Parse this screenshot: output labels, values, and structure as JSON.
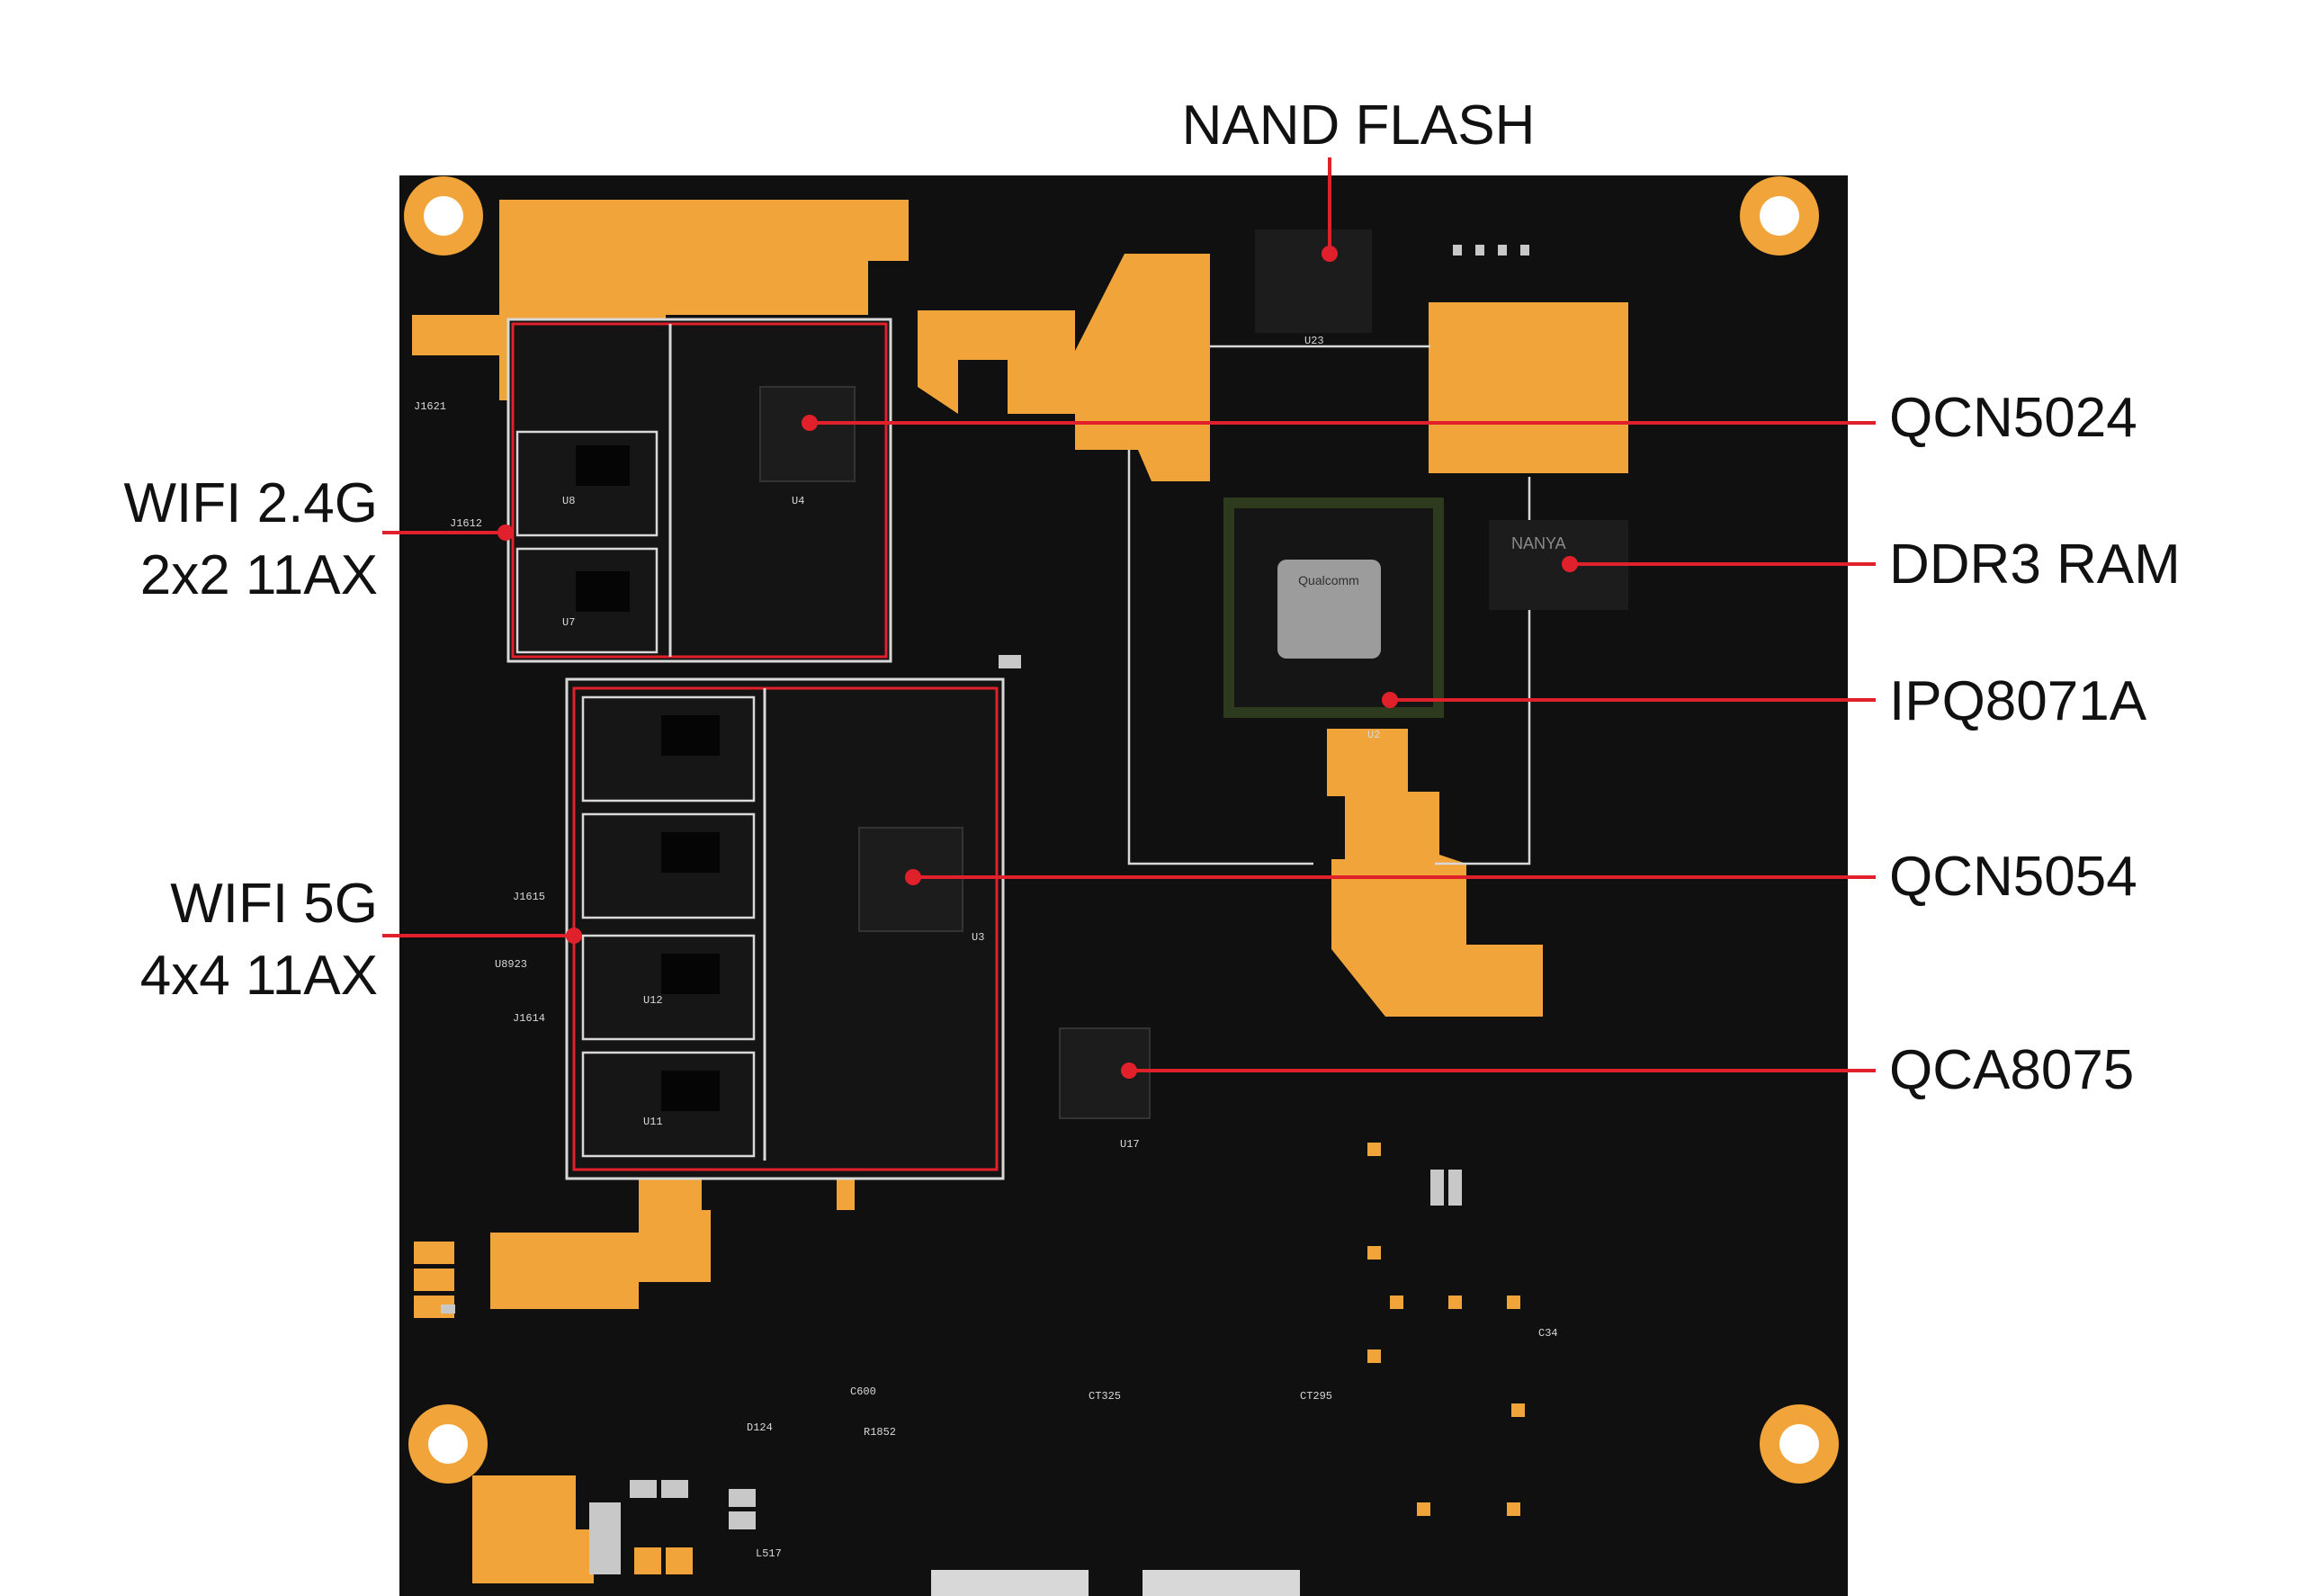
{
  "colors": {
    "board": "#101010",
    "copper": "#f0a43a",
    "silk": "#d8d8d8",
    "chip": "#1c1c1c",
    "leader": "#e0202a",
    "text": "#111111",
    "bga_pcb": "#2e3a1e",
    "shield_line": "#e0202a"
  },
  "labels": {
    "nand": "NAND FLASH",
    "qcn5024": "QCN5024",
    "ddr3": "DDR3 RAM",
    "ipq": "IPQ8071A",
    "qcn5054": "QCN5054",
    "qca8075": "QCA8075",
    "wifi24_line1": "WIFI 2.4G",
    "wifi24_line2": "2x2 11AX",
    "wifi5_line1": "WIFI 5G",
    "wifi5_line2": "4x4 11AX"
  },
  "chip_markings": {
    "ipq_logo": "Qualcomm",
    "nanya": "NANYA",
    "ref_u4": "U4",
    "ref_u3": "U3",
    "ref_u2": "U2",
    "ref_u17": "U17",
    "ref_u23": "U23",
    "ref_u8": "U8",
    "ref_u7": "U7",
    "ref_u12": "U12",
    "ref_u11": "U11",
    "ref_j1612": "J1612",
    "ref_j1621": "J1621",
    "ref_j1615": "J1615",
    "ref_j1614": "J1614",
    "ref_u8923": "U8923",
    "ref_c34": "C34",
    "ref_c600": "C600",
    "ref_ct325": "CT325",
    "ref_ct295": "CT295",
    "ref_r1852": "R1852",
    "ref_d124": "D124",
    "ref_l517": "L517"
  }
}
